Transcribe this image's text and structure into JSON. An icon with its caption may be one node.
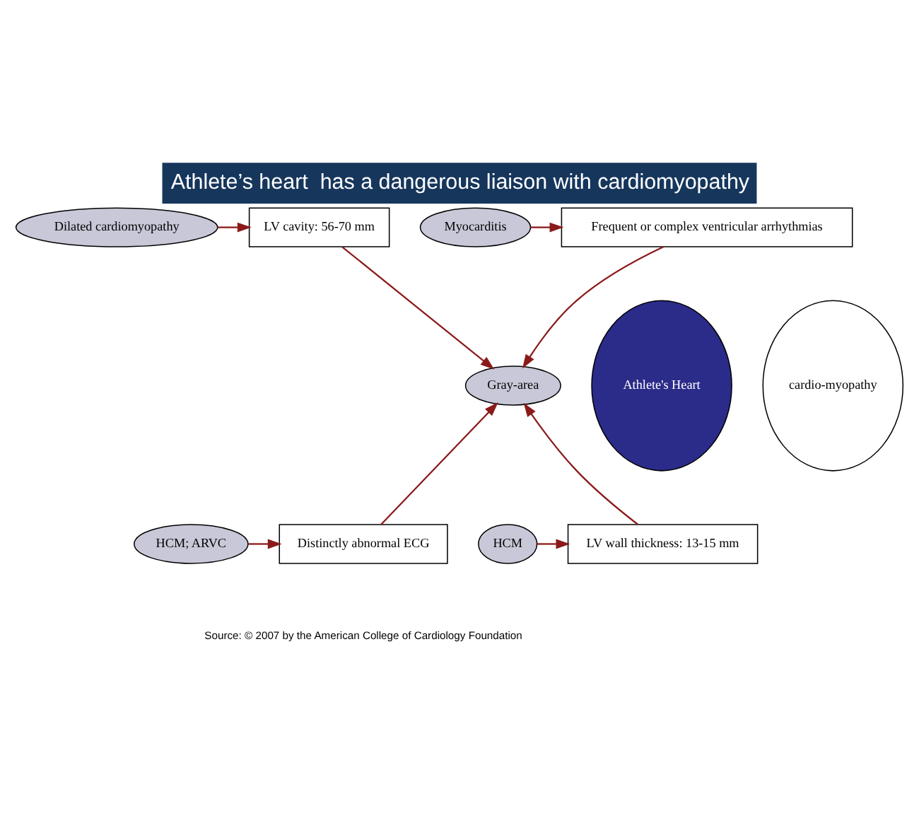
{
  "diagram": {
    "title": "Athlete’s heart  has a dangerous liaison with cardiomyopathy",
    "nodes": [
      {
        "text": [
          "Dilated cardiomyopathy"
        ]
      },
      {
        "text": [
          "LV cavity: 56-70 mm"
        ]
      },
      {
        "text": [
          "Frequent or complex ventricular arrhythmias"
        ]
      },
      {
        "text": [
          "Myocarditis"
        ]
      },
      {
        "text": [
          "Athlete's Heart"
        ]
      },
      {
        "text": [
          "Gray-area"
        ]
      },
      {
        "text": [
          "cardio-myopathy"
        ]
      },
      {
        "text": [
          "HCM; ARVC"
        ]
      },
      {
        "text": [
          "Distinctly abnormal ECG"
        ]
      },
      {
        "text": [
          "HCM"
        ]
      },
      {
        "text": [
          "LV wall thickness: 13-15 mm"
        ]
      }
    ],
    "edges": [
      {
        "from": 0,
        "to": 1,
        "arrow": "to"
      },
      {
        "from": 1,
        "to": 5,
        "arrow": "to"
      },
      {
        "from": 3,
        "to": 2,
        "arrow": "to"
      },
      {
        "from": 2,
        "to": 5,
        "arrow": "to"
      },
      {
        "from": 7,
        "to": 8,
        "arrow": "to"
      },
      {
        "from": 8,
        "to": 5,
        "arrow": "to"
      },
      {
        "from": 9,
        "to": 10,
        "arrow": "to"
      },
      {
        "from": 10,
        "to": 5,
        "arrow": "to"
      }
    ],
    "labels": [
      "Source: © 2007 by the American College of Cardiology Foundation"
    ]
  }
}
